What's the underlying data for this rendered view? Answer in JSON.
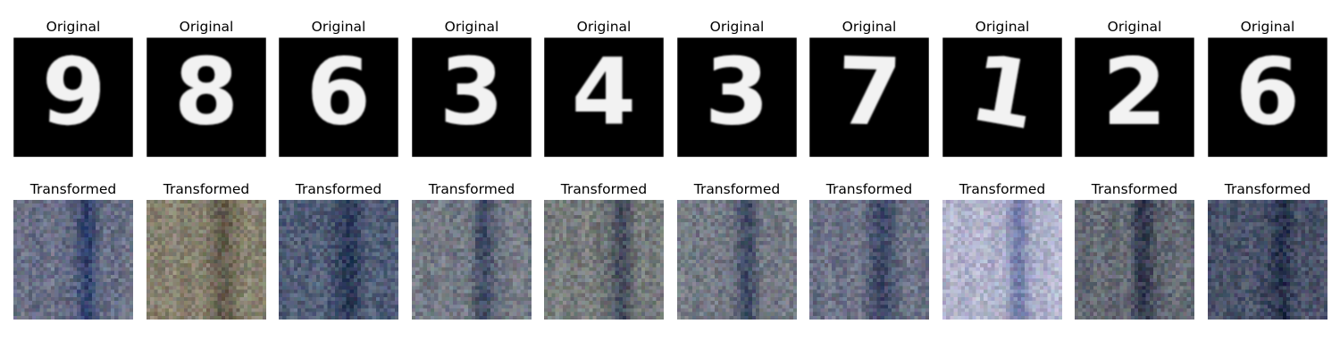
{
  "figure": {
    "rows": [
      {
        "label": "Original",
        "kind": "mnist",
        "items": [
          {
            "title": "Original",
            "digit": "9",
            "description": "handwritten digit 9, white on black"
          },
          {
            "title": "Original",
            "digit": "8",
            "description": "handwritten digit 8, white on black"
          },
          {
            "title": "Original",
            "digit": "6",
            "description": "handwritten digit 6, white on black"
          },
          {
            "title": "Original",
            "digit": "3",
            "description": "handwritten digit 3, white on black"
          },
          {
            "title": "Original",
            "digit": "4",
            "description": "handwritten digit 4, white on black"
          },
          {
            "title": "Original",
            "digit": "3",
            "description": "handwritten digit 3, white on black"
          },
          {
            "title": "Original",
            "digit": "7",
            "description": "handwritten digit 7, white on black"
          },
          {
            "title": "Original",
            "digit": "1",
            "description": "handwritten digit 1, white on black"
          },
          {
            "title": "Original",
            "digit": "2",
            "description": "handwritten digit 2, white on black"
          },
          {
            "title": "Original",
            "digit": "6",
            "description": "handwritten digit 6, white on black"
          }
        ]
      },
      {
        "label": "Transformed",
        "kind": "svhn-like",
        "items": [
          {
            "title": "Transformed",
            "tone": "#6f7488",
            "accent": "#2d3e6b",
            "description": "blurry color image, blue/green tones with dark vertical stroke"
          },
          {
            "title": "Transformed",
            "tone": "#8a8573",
            "accent": "#5a5244",
            "description": "blurry beige/brown image with faint vertical stripes"
          },
          {
            "title": "Transformed",
            "tone": "#55617a",
            "accent": "#22304f",
            "description": "dark blue blurry image with digit-like shape"
          },
          {
            "title": "Transformed",
            "tone": "#7a7f88",
            "accent": "#3b4660",
            "description": "blurry gray-blue image with dark vertical stroke"
          },
          {
            "title": "Transformed",
            "tone": "#7c807f",
            "accent": "#3e4657",
            "description": "blurry gray image with dark vertical bar"
          },
          {
            "title": "Transformed",
            "tone": "#7a7f88",
            "accent": "#3b4660",
            "description": "blurry gray-blue image with dark vertical stroke"
          },
          {
            "title": "Transformed",
            "tone": "#727789",
            "accent": "#2f3b5c",
            "description": "blurry gray-blue image with dark stroke shapes"
          },
          {
            "title": "Transformed",
            "tone": "#b7b9cf",
            "accent": "#6f78a6",
            "description": "light lavender blurry image with two vertical stripes"
          },
          {
            "title": "Transformed",
            "tone": "#6a6f78",
            "accent": "#2b3347",
            "description": "blurry gray image with dark lower blob"
          },
          {
            "title": "Transformed",
            "tone": "#4e566c",
            "accent": "#1f2a44",
            "description": "dark navy blurry image with faint vertical stripes"
          }
        ]
      }
    ]
  }
}
